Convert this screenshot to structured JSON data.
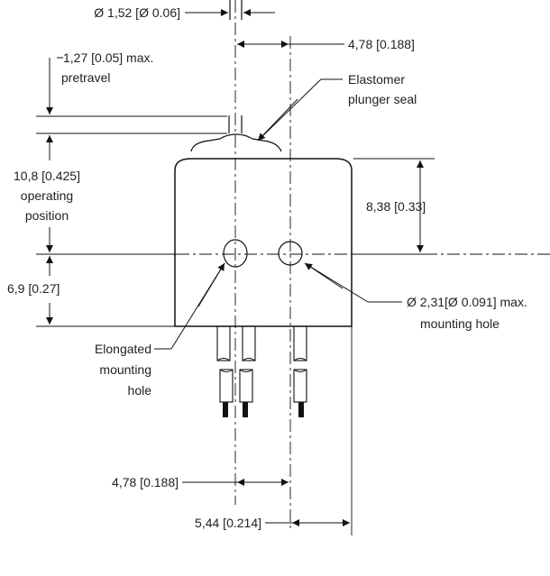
{
  "diagram": {
    "dimensions": {
      "pin_diameter": "Ø 1,52 [Ø 0.06]",
      "top_spacing": "4,78 [0.188]",
      "pretravel_line1": "1,27 [0.05] max.",
      "pretravel_line2": "pretravel",
      "operating_line1": "10,8 [0.425]",
      "operating_line2": "operating",
      "operating_line3": "position",
      "height_upper": "8,38 [0.33]",
      "height_lower": "6,9 [0.27]",
      "hole_dia_line1": "Ø 2,31[Ø 0.091] max.",
      "hole_dia_line2": "mounting hole",
      "bottom_spacing_1": "4,78 [0.188]",
      "bottom_spacing_2": "5,44 [0.214]"
    },
    "callouts": {
      "seal_line1": "Elastomer",
      "seal_line2": "plunger seal",
      "elongated_line1": "Elongated",
      "elongated_line2": "mounting",
      "elongated_line3": "hole"
    },
    "colors": {
      "ink": "#111111",
      "text": "#222222",
      "background": "#ffffff"
    }
  }
}
